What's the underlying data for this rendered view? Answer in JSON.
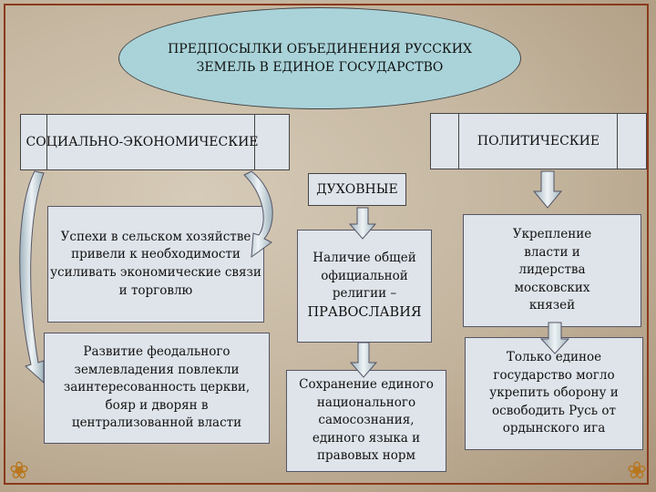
{
  "title": "ПРЕДПОСЫЛКИ ОБЪЕДИНЕНИЯ РУССКИХ ЗЕМЕЛЬ В ЕДИНОЕ ГОСУДАРСТВО",
  "title_lines": [
    "ПРЕДПОСЫЛКИ ОБЪЕДИНЕНИЯ РУССКИХ",
    "ЗЕМЕЛЬ В ЕДИНОЕ ГОСУДАРСТВО"
  ],
  "categories": {
    "socio_economic": "СОЦИАЛЬНО-ЭКОНОМИЧЕСКИЕ",
    "political": "ПОЛИТИЧЕСКИЕ",
    "spiritual": "ДУХОВНЫЕ"
  },
  "boxes": {
    "agriculture": "Успехи в сельском хозяйстве привели к необходимости усиливать экономические связи и торговлю",
    "feudal": "Развитие феодального землевладения повлекли заинтересованность церкви, бояр и дворян в централизованной власти",
    "orthodoxy_lead": "Наличие общей официальной религии –",
    "orthodoxy_emph": "ПРАВОСЛАВИЯ",
    "identity": "Сохранение единого национального самосознания, единого языка и правовых норм",
    "moscow": "Укрепление власти и лидерства московских князей",
    "unified_state": "Только единое государство могло укрепить оборону и освободить Русь от ордынского ига"
  },
  "colors": {
    "ellipse": "#a9d3d9",
    "box": "#dfe4ea",
    "frame": "#8a3a1c"
  },
  "icons": [
    "ornament-corner-icon",
    "arrow-down-icon",
    "curved-arrow-icon"
  ]
}
